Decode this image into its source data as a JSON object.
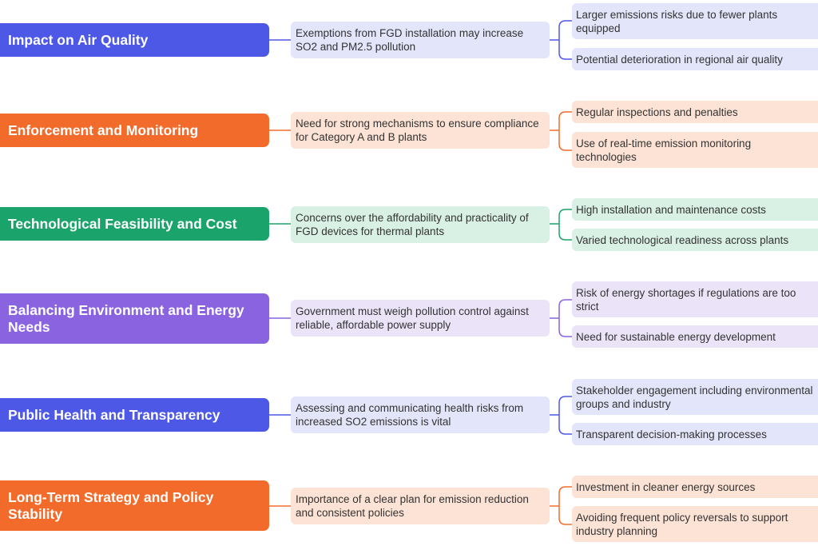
{
  "topics": [
    {
      "title": "Impact on Air Quality",
      "detail": "Exemptions from FGD installation may increase SO2 and PM2.5 pollution",
      "points": [
        "Larger emissions risks due to fewer plants equipped",
        "Potential deterioration in regional air quality"
      ],
      "color": "#4d58e6"
    },
    {
      "title": "Enforcement and Monitoring",
      "detail": "Need for strong mechanisms to ensure compliance for Category A and B plants",
      "points": [
        "Regular inspections and penalties",
        "Use of real-time emission monitoring technologies"
      ],
      "color": "#f26b2a"
    },
    {
      "title": "Technological Feasibility and Cost",
      "detail": "Concerns over the affordability and practicality of FGD devices for thermal plants",
      "points": [
        "High installation and maintenance costs",
        "Varied technological readiness across plants"
      ],
      "color": "#1aa36a"
    },
    {
      "title": "Balancing Environment and Energy Needs",
      "detail": "Government must weigh pollution control against reliable, affordable power supply",
      "points": [
        "Risk of energy shortages if regulations are too strict",
        "Need for sustainable energy development"
      ],
      "color": "#8a63e0"
    },
    {
      "title": "Public Health and Transparency",
      "detail": "Assessing and communicating health risks from increased SO2 emissions is vital",
      "points": [
        "Stakeholder engagement including environmental groups and industry",
        "Transparent decision-making processes"
      ],
      "color": "#4d58e6"
    },
    {
      "title": "Long-Term Strategy and Policy Stability",
      "detail": "Importance of a clear plan for emission reduction and consistent policies",
      "points": [
        "Investment in cleaner energy sources",
        "Avoiding frequent policy reversals to support industry planning"
      ],
      "color": "#f26b2a"
    }
  ]
}
